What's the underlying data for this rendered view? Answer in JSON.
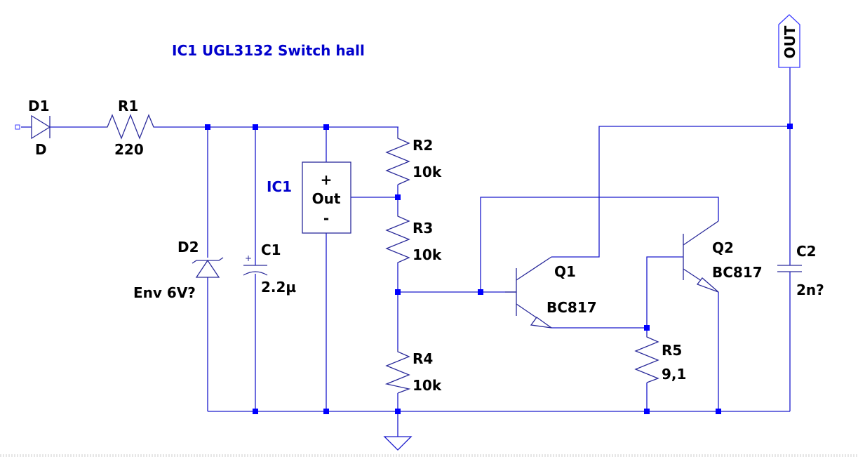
{
  "schematic": {
    "title": "IC1 UGL3132 Switch hall",
    "colors": {
      "wire": "#1a1acc",
      "symbol": "#2a2a9a",
      "junction": "#0000ff",
      "label": "#000000",
      "title": "#0000cc"
    },
    "components": {
      "D1": {
        "ref": "D1",
        "value": "D",
        "type": "diode"
      },
      "R1": {
        "ref": "R1",
        "value": "220",
        "type": "resistor"
      },
      "D2": {
        "ref": "D2",
        "value": "Env 6V?",
        "type": "zener-diode"
      },
      "C1": {
        "ref": "C1",
        "value": "2.2µ",
        "type": "polarized-capacitor",
        "polarity_mark": "+"
      },
      "IC1": {
        "ref": "IC1",
        "pin_plus": "+",
        "pin_out": "Out",
        "pin_minus": "-",
        "type": "hall-switch"
      },
      "R2": {
        "ref": "R2",
        "value": "10k",
        "type": "resistor"
      },
      "R3": {
        "ref": "R3",
        "value": "10k",
        "type": "resistor"
      },
      "R4": {
        "ref": "R4",
        "value": "10k",
        "type": "resistor"
      },
      "R5": {
        "ref": "R5",
        "value": "9,1",
        "type": "resistor"
      },
      "Q1": {
        "ref": "Q1",
        "value": "BC817",
        "type": "npn-transistor"
      },
      "Q2": {
        "ref": "Q2",
        "value": "BC817",
        "type": "npn-transistor"
      },
      "C2": {
        "ref": "C2",
        "value": "2n?",
        "type": "capacitor"
      }
    },
    "ports": {
      "out": {
        "label": "OUT",
        "type": "output-port"
      }
    },
    "ground": {
      "type": "ground"
    }
  }
}
